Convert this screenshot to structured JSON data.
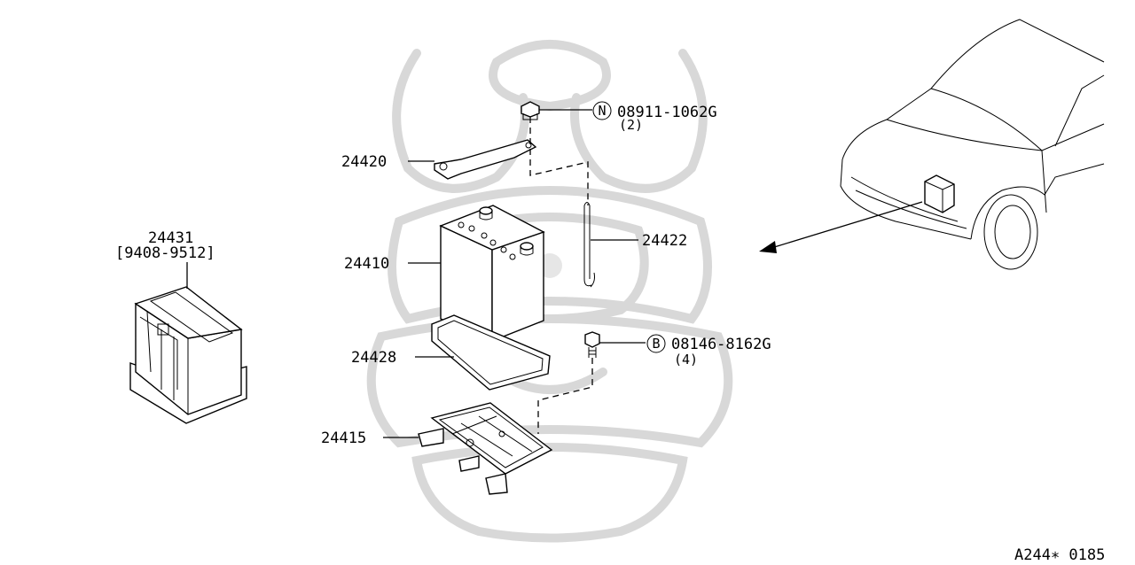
{
  "parts": {
    "p24431": {
      "number": "24431",
      "range": "[9408-9512]"
    },
    "p24410": {
      "number": "24410"
    },
    "p24420": {
      "number": "24420"
    },
    "p24422": {
      "number": "24422"
    },
    "p24428": {
      "number": "24428"
    },
    "p24415": {
      "number": "24415"
    }
  },
  "fasteners": {
    "nut": {
      "symbol": "N",
      "code": "08911-1062G",
      "qty": "(2)"
    },
    "bolt": {
      "symbol": "B",
      "code": "08146-8162G",
      "qty": "(4)"
    }
  },
  "diagram_code": "A244∗ 0185",
  "icons": [
    "samurai-helmet-watermark-icon",
    "car-front-icon",
    "battery-icon"
  ]
}
